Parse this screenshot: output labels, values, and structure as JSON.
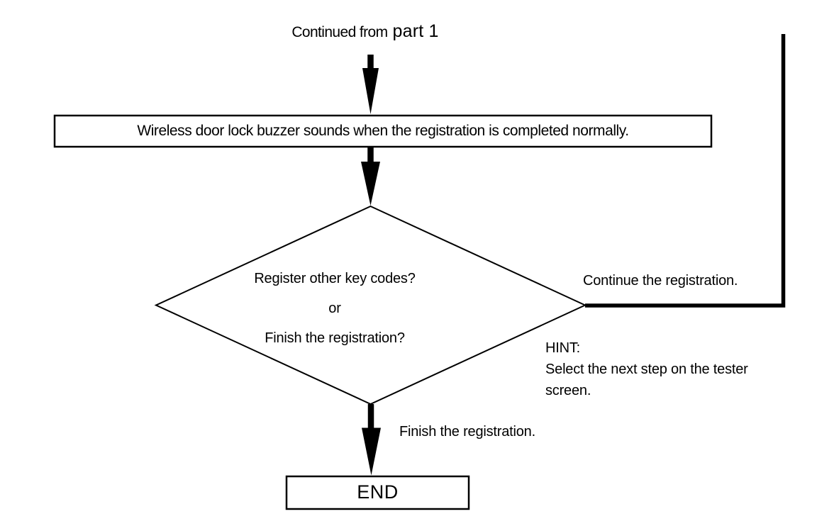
{
  "page": {
    "background": "#ffffff",
    "ink": "#000000"
  },
  "flowchart": {
    "continued_label": {
      "prefix": "Continued from",
      "part": "part 1"
    },
    "process_box": {
      "text": "Wireless door lock buzzer sounds when the registration is completed normally."
    },
    "decision": {
      "line1": "Register other key codes?",
      "or": "or",
      "line2": "Finish the registration?"
    },
    "branch_right": {
      "label": "Continue the registration."
    },
    "hint": {
      "title": "HINT:",
      "line1": "Select the next step on the tester",
      "line2": "screen."
    },
    "branch_down": {
      "label": "Finish the registration."
    },
    "end_box": {
      "text": "END"
    }
  }
}
